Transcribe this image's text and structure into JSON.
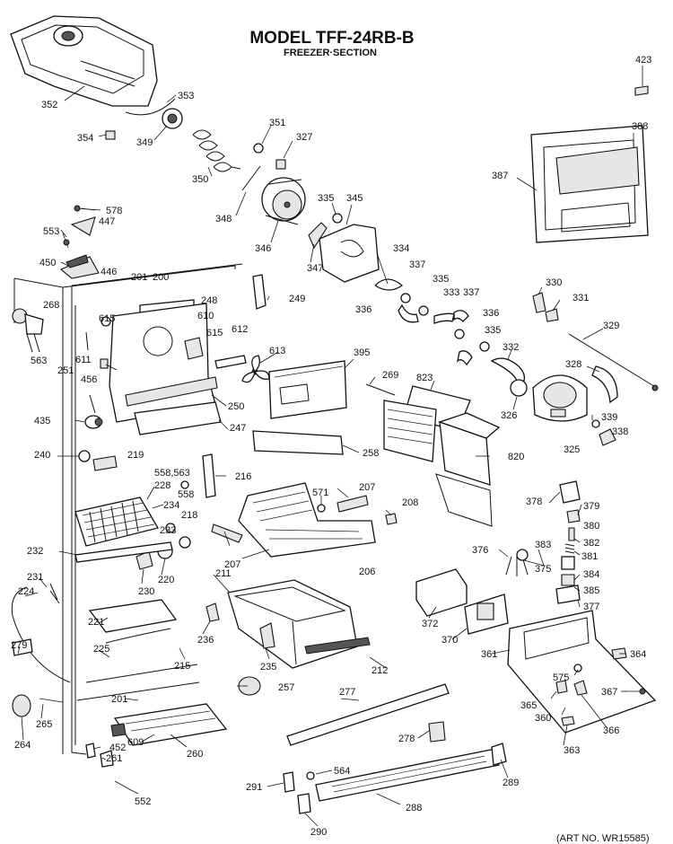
{
  "header": {
    "title": "MODEL TFF-24RB-B",
    "subtitle": "FREEZER·SECTION"
  },
  "footer": {
    "art_no": "(ART NO. WR15585)"
  },
  "parts": [
    "423",
    "352",
    "353",
    "354",
    "349",
    "351",
    "327",
    "388",
    "387",
    "350",
    "578",
    "447",
    "335",
    "345",
    "553",
    "348",
    "346",
    "450",
    "446",
    "347",
    "334",
    "337",
    "201",
    "200",
    "268",
    "248",
    "249",
    "330",
    "335",
    "333",
    "337",
    "331",
    "336",
    "563",
    "610",
    "615",
    "611",
    "612",
    "615",
    "336",
    "329",
    "335",
    "251",
    "395",
    "332",
    "613",
    "269",
    "823",
    "328",
    "456",
    "250",
    "326",
    "339",
    "338",
    "435",
    "247",
    "325",
    "240",
    "219",
    "258",
    "820",
    "558,563",
    "216",
    "228",
    "558",
    "571",
    "207",
    "234",
    "208",
    "378",
    "379",
    "218",
    "233",
    "380",
    "232",
    "207",
    "382",
    "206",
    "376",
    "383",
    "381",
    "231",
    "211",
    "375",
    "384",
    "220",
    "230",
    "224",
    "385",
    "372",
    "377",
    "221",
    "236",
    "370",
    "279",
    "361",
    "364",
    "225",
    "215",
    "235",
    "212",
    "257",
    "277",
    "575",
    "365",
    "367",
    "201",
    "360",
    "366",
    "265",
    "264",
    "609",
    "260",
    "278",
    "363",
    "452",
    "261",
    "564",
    "291",
    "289",
    "288",
    "552",
    "290"
  ]
}
